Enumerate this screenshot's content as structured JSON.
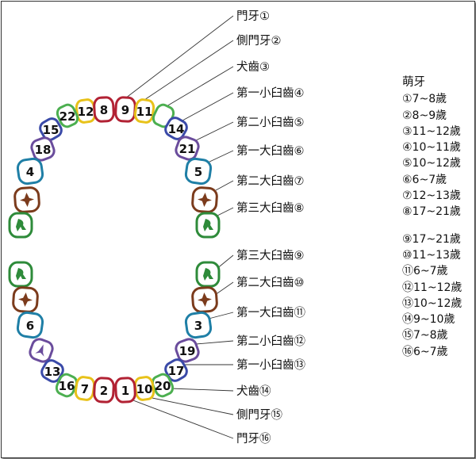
{
  "labels": {
    "upper": [
      "門牙①",
      "側門牙②",
      "犬齒③",
      "第一小臼齒④",
      "第二小臼齒⑤",
      "第一大臼齒⑥",
      "第二大臼齒⑦",
      "第三大臼齒⑧"
    ],
    "lower": [
      "第三大臼齒⑨",
      "第二大臼齒⑩",
      "第一大臼齒⑪",
      "第二小臼齒⑫",
      "第一小臼齒⑬",
      "犬齒⑭",
      "側門牙⑮",
      "門牙⑯"
    ]
  },
  "eruption": {
    "title": "萌牙",
    "upper": [
      "①7~8歲",
      "②8~9歲",
      "③11~12歲",
      "④10~11歲",
      "⑤10~12歲",
      "⑥6~7歲",
      "⑦12~13歲",
      "⑧17~21歲"
    ],
    "lower": [
      "⑨17~21歲",
      "⑩11~13歲",
      "⑪6~7歲",
      "⑫11~12歲",
      "⑬10~12歲",
      "⑭9~10歲",
      "⑮7~8歲",
      "⑯6~7歲"
    ]
  },
  "colors": {
    "incisor_central": "#b22234",
    "incisor_lateral": "#e8c21a",
    "canine": "#4caf50",
    "premolar_first": "#3a4aa8",
    "premolar_second": "#6a4c9c",
    "molar_first": "#1f7fa6",
    "molar_second": "#7b3b1c",
    "molar_third": "#2e8b3a"
  },
  "teeth": {
    "upper": [
      {
        "num": "12",
        "type": "incisor_lateral"
      },
      {
        "num": "8",
        "type": "incisor_central"
      },
      {
        "num": "9",
        "type": "incisor_central"
      },
      {
        "num": "11",
        "type": "incisor_lateral"
      },
      {
        "num": "",
        "type": "canine"
      },
      {
        "num": "22",
        "type": "canine"
      },
      {
        "num": "15",
        "type": "premolar_first"
      },
      {
        "num": "14",
        "type": "premolar_first"
      },
      {
        "num": "18",
        "type": "premolar_second"
      },
      {
        "num": "21",
        "type": "premolar_second"
      },
      {
        "num": "4",
        "type": "molar_first"
      },
      {
        "num": "5",
        "type": "molar_first"
      },
      {
        "num": "",
        "type": "molar_second"
      },
      {
        "num": "",
        "type": "molar_second"
      },
      {
        "num": "",
        "type": "molar_third"
      },
      {
        "num": "",
        "type": "molar_third"
      }
    ],
    "lower": [
      {
        "num": "",
        "type": "molar_third"
      },
      {
        "num": "",
        "type": "molar_third"
      },
      {
        "num": "",
        "type": "molar_second"
      },
      {
        "num": "",
        "type": "molar_second"
      },
      {
        "num": "6",
        "type": "molar_first"
      },
      {
        "num": "3",
        "type": "molar_first"
      },
      {
        "num": "",
        "type": "premolar_second"
      },
      {
        "num": "19",
        "type": "premolar_second"
      },
      {
        "num": "13",
        "type": "premolar_first"
      },
      {
        "num": "17",
        "type": "premolar_first"
      },
      {
        "num": "16",
        "type": "canine"
      },
      {
        "num": "20",
        "type": "canine"
      },
      {
        "num": "7",
        "type": "incisor_lateral"
      },
      {
        "num": "10",
        "type": "incisor_lateral"
      },
      {
        "num": "2",
        "type": "incisor_central"
      },
      {
        "num": "1",
        "type": "incisor_central"
      }
    ]
  }
}
